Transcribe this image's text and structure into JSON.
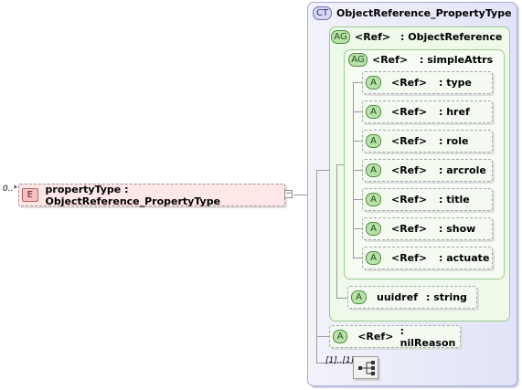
{
  "element": {
    "cardinality": "0..*",
    "badge": "E",
    "label": "propertyType : ObjectReference_PropertyType"
  },
  "complex_type": {
    "badge": "CT",
    "name": "ObjectReference_PropertyType"
  },
  "attribute_group_outer": {
    "badge": "AG",
    "ref": "<Ref>",
    "type": ": ObjectReference"
  },
  "attribute_group_inner": {
    "badge": "AG",
    "ref": "<Ref>",
    "type": ": simpleAttrs"
  },
  "attributes": [
    {
      "badge": "A",
      "ref": "<Ref>",
      "type": ": type"
    },
    {
      "badge": "A",
      "ref": "<Ref>",
      "type": ": href"
    },
    {
      "badge": "A",
      "ref": "<Ref>",
      "type": ": role"
    },
    {
      "badge": "A",
      "ref": "<Ref>",
      "type": ": arcrole"
    },
    {
      "badge": "A",
      "ref": "<Ref>",
      "type": ": title"
    },
    {
      "badge": "A",
      "ref": "<Ref>",
      "type": ": show"
    },
    {
      "badge": "A",
      "ref": "<Ref>",
      "type": ": actuate"
    }
  ],
  "uuidref": {
    "badge": "A",
    "name": "uuidref",
    "type": ": string"
  },
  "nilreason": {
    "badge": "A",
    "ref": "<Ref>",
    "type": ": nilReason"
  },
  "sequence": {
    "cardinality": "[1]..[1]"
  },
  "colors": {
    "ct_fill": "#e2e3f7",
    "ag_fill": "#edf9e9",
    "element_fill": "#fde7e7",
    "attr_badge": "#b9e2aa"
  }
}
